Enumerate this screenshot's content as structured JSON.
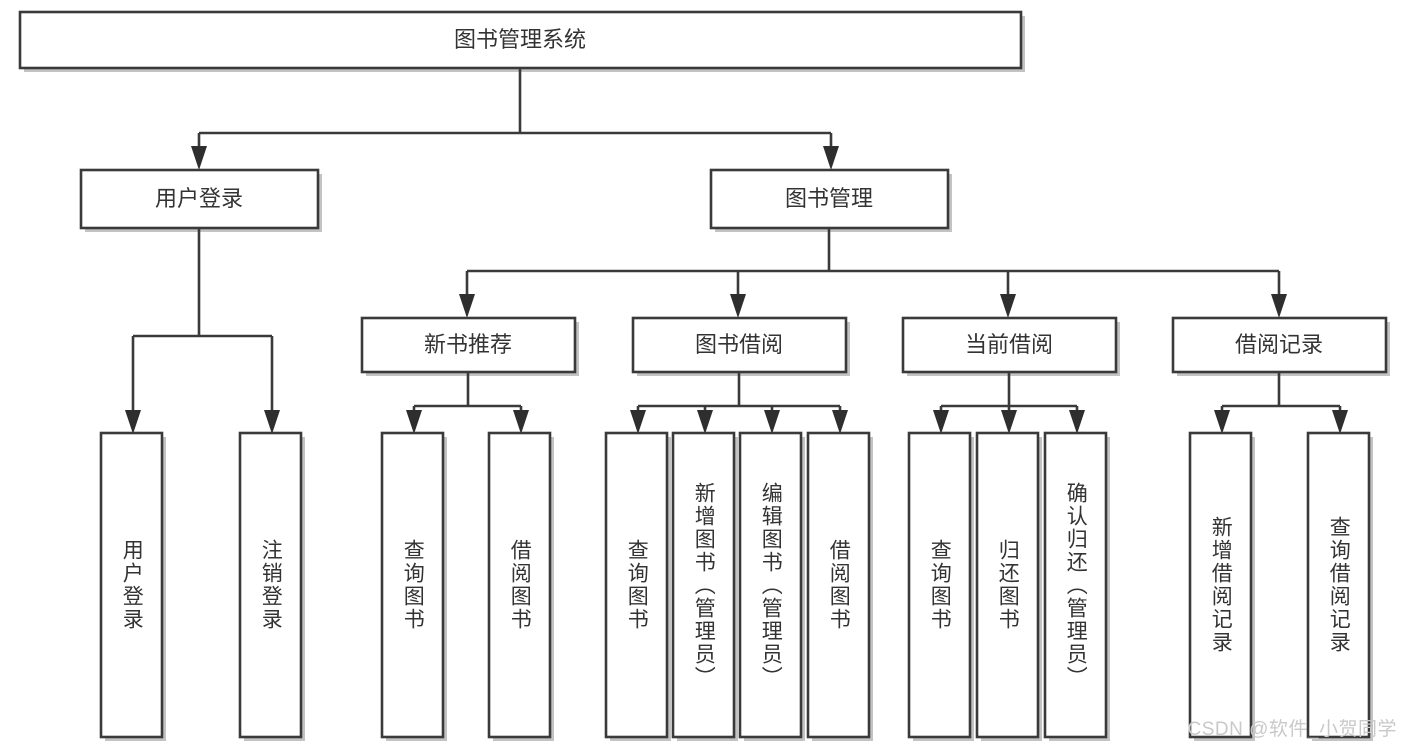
{
  "diagram": {
    "type": "tree-hierarchy",
    "title": "图书管理系统",
    "watermark": "CSDN @软件_小贺同学",
    "colors": {
      "box_stroke": "#3a3a3a",
      "box_fill": "#ffffff",
      "text": "#333333",
      "connector": "#3a3a3a",
      "shadow": "#b8b8b8",
      "watermark": "#c9c9c9",
      "background": "#ffffff"
    },
    "root": {
      "label": "图书管理系统"
    },
    "level2": [
      {
        "label": "用户登录"
      },
      {
        "label": "图书管理"
      }
    ],
    "level3": [
      {
        "label": "新书推荐"
      },
      {
        "label": "图书借阅"
      },
      {
        "label": "当前借阅"
      },
      {
        "label": "借阅记录"
      }
    ],
    "leaves": {
      "user_login": [
        {
          "label": "用户登录"
        },
        {
          "label": "注销登录"
        }
      ],
      "new_book_recommend": [
        {
          "label": "查询图书"
        },
        {
          "label": "借阅图书"
        }
      ],
      "book_borrow": [
        {
          "label": "查询图书"
        },
        {
          "label": "新增图书（管理员）"
        },
        {
          "label": "编辑图书（管理员）"
        },
        {
          "label": "借阅图书"
        }
      ],
      "current_borrow": [
        {
          "label": "查询图书"
        },
        {
          "label": "归还图书"
        },
        {
          "label": "确认归还（管理员）"
        }
      ],
      "borrow_records": [
        {
          "label": "新增借阅记录"
        },
        {
          "label": "查询借阅记录"
        }
      ]
    }
  }
}
